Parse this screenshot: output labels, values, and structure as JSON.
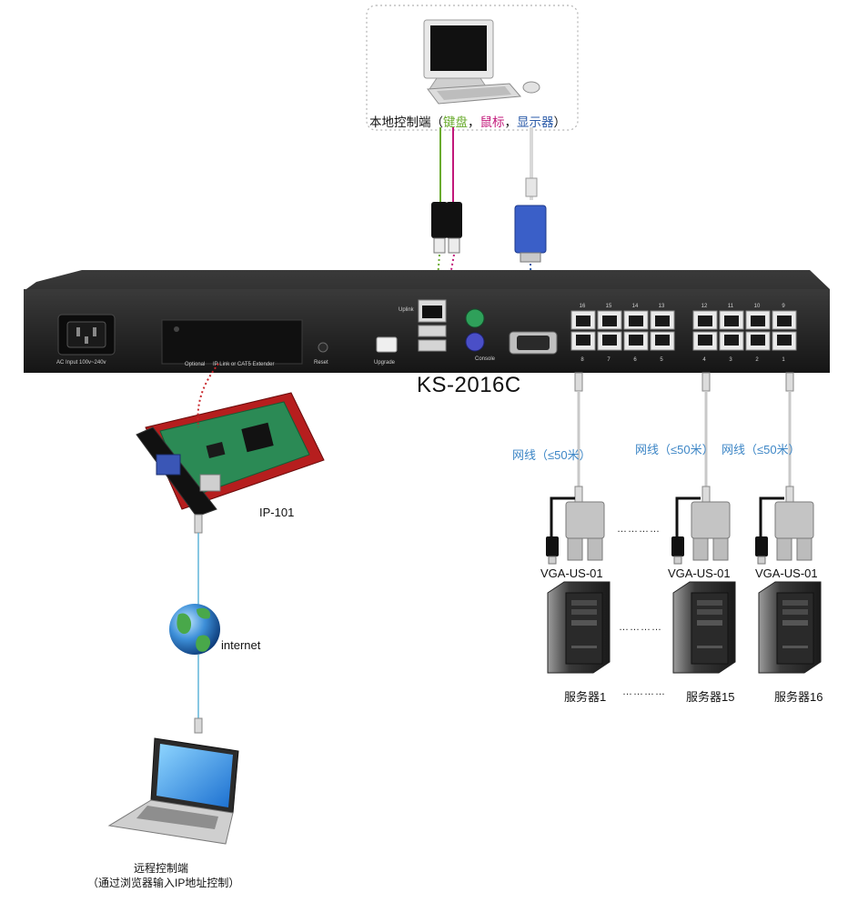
{
  "local_console": {
    "prefix": "本地控制端",
    "paren_open": "（",
    "keyboard": "键盘",
    "comma1": "，",
    "mouse": "鼠标",
    "comma2": "，",
    "monitor": "显示器",
    "paren_close": "）"
  },
  "switch": {
    "model": "KS-2016C",
    "ac_input": "AC Input 100v~240v",
    "optional": "Optional",
    "ip_link": "IP Link or CAT5 Extender",
    "reset": "Reset",
    "upgrade": "Upgrade",
    "uplink": "Uplink",
    "console": "Console",
    "ports_top": [
      "16",
      "15",
      "14",
      "13",
      "12",
      "11",
      "10",
      "9"
    ],
    "ports_bottom": [
      "8",
      "7",
      "6",
      "5",
      "4",
      "3",
      "2",
      "1"
    ]
  },
  "ip_module": {
    "label": "IP-101"
  },
  "internet": {
    "label": "internet"
  },
  "remote": {
    "line1": "远程控制端",
    "line2": "（通过浏览器输入IP地址控制）"
  },
  "cable_labels": [
    "网线（≤50米）",
    "网线（≤50米）",
    "网线（≤50米）"
  ],
  "dongles": [
    "VGA-US-01",
    "VGA-US-01",
    "VGA-US-01"
  ],
  "servers": [
    "服务器1",
    "服务器15",
    "服务器16"
  ],
  "ellipsis": "…………",
  "colors": {
    "keyboard": "#6aab2e",
    "mouse": "#c2187a",
    "monitor": "#2a5aa8",
    "cable_label": "#3d86c6",
    "switch_body": "#1e1e1e"
  }
}
